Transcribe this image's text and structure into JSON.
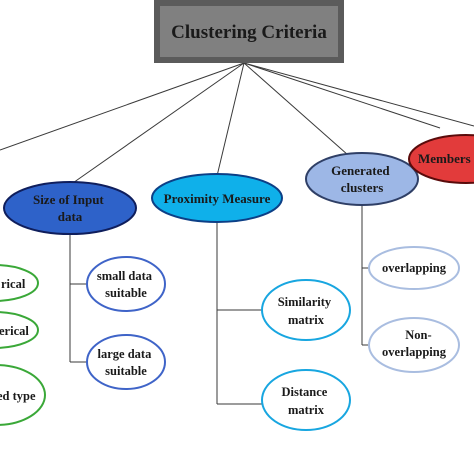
{
  "root": {
    "label": "Clustering Criteria"
  },
  "branches": [
    {
      "id": "size",
      "lines": [
        "Size of Input",
        "data"
      ],
      "fill": "#2e62c9",
      "stroke": "#0f1e5c"
    },
    {
      "id": "proximity",
      "lines": [
        "Proximity Measure"
      ],
      "fill": "#0fb0ea",
      "stroke": "#0c3f86"
    },
    {
      "id": "generated",
      "lines": [
        "Generated",
        "clusters"
      ],
      "fill": "#9db7e6",
      "stroke": "#2f3f66"
    },
    {
      "id": "membership",
      "lines": [
        "Members"
      ],
      "fill": "#e23b3b",
      "stroke": "#5a0b0b"
    }
  ],
  "leaves": {
    "size": [
      {
        "lines": [
          "small data",
          "suitable"
        ],
        "stroke": "#3f64c8"
      },
      {
        "lines": [
          "large data",
          "suitable"
        ],
        "stroke": "#3f64c8"
      }
    ],
    "proximity": [
      {
        "lines": [
          "Similarity",
          "matrix"
        ],
        "stroke": "#18a6e0"
      },
      {
        "lines": [
          "Distance",
          "matrix"
        ],
        "stroke": "#18a6e0"
      }
    ],
    "generated": [
      {
        "lines": [
          "overlapping"
        ],
        "stroke": "#a9bde0"
      },
      {
        "lines": [
          "Non-",
          "overlapping"
        ],
        "stroke": "#a9bde0"
      }
    ],
    "data_type": [
      {
        "lines": [
          "rical"
        ],
        "stroke": "#3aa838"
      },
      {
        "lines": [
          "erical"
        ],
        "stroke": "#3aa838"
      },
      {
        "lines": [
          "ed type"
        ],
        "stroke": "#3aa838"
      }
    ]
  }
}
